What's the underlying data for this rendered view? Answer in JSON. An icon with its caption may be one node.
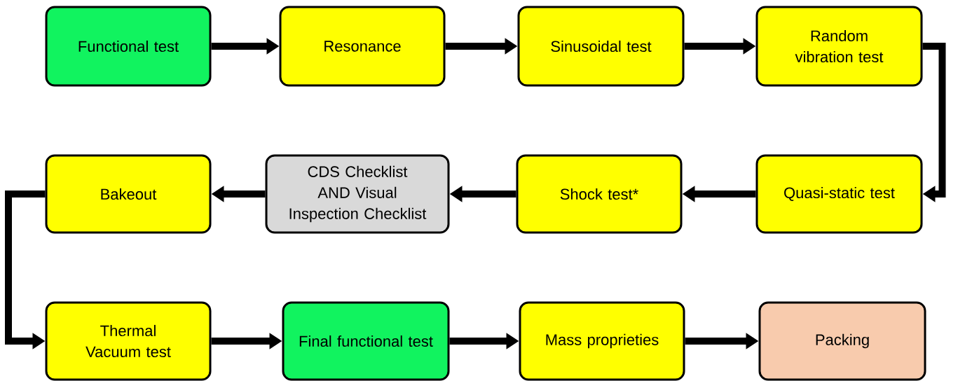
{
  "diagram": {
    "nodes": [
      {
        "text": [
          "Functional test"
        ]
      },
      {
        "text": [
          "Resonance"
        ]
      },
      {
        "text": [
          "Sinusoidal test"
        ]
      },
      {
        "text": [
          "Random vibration test"
        ]
      },
      {
        "text": [
          "Quasi-static test"
        ]
      },
      {
        "text": [
          "Shock test*"
        ]
      },
      {
        "text": [
          "CDS Checklist AND Visual Inspection Checklist"
        ]
      },
      {
        "text": [
          "Bakeout"
        ]
      },
      {
        "text": [
          "Thermal Vacuum test"
        ]
      },
      {
        "text": [
          "Final functional test"
        ]
      },
      {
        "text": [
          "Mass proprieties"
        ]
      },
      {
        "text": [
          "Packing"
        ]
      }
    ],
    "edges": [
      {
        "from": 0,
        "to": 1,
        "arrow": "to"
      },
      {
        "from": 1,
        "to": 2,
        "arrow": "to"
      },
      {
        "from": 2,
        "to": 3,
        "arrow": "to"
      },
      {
        "from": 3,
        "to": 4,
        "arrow": "to"
      },
      {
        "from": 4,
        "to": 5,
        "arrow": "to"
      },
      {
        "from": 5,
        "to": 6,
        "arrow": "to"
      },
      {
        "from": 6,
        "to": 7,
        "arrow": "to"
      },
      {
        "from": 7,
        "to": 8,
        "arrow": "to"
      },
      {
        "from": 8,
        "to": 9,
        "arrow": "to"
      },
      {
        "from": 9,
        "to": 10,
        "arrow": "to"
      },
      {
        "from": 10,
        "to": 11,
        "arrow": "to"
      }
    ]
  }
}
